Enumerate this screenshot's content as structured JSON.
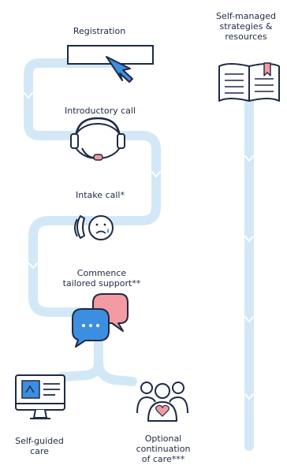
{
  "steps": {
    "registration": "Registration",
    "intro_call": "Introductory call",
    "intake_call": "Intake call*",
    "commence": [
      "Commence",
      "tailored support**"
    ],
    "self_guided": [
      "Self-guided",
      "care"
    ],
    "optional": [
      "Optional",
      "continuation",
      "of care***"
    ],
    "self_managed": [
      "Self-managed",
      "strategies &",
      "resources"
    ]
  },
  "icons": {
    "registration": "cursor-click-icon",
    "intro_call": "headset-icon",
    "intake_call": "phone-call-icon",
    "commence": "chat-bubbles-icon",
    "self_guided": "computer-monitor-icon",
    "optional": "care-team-heart-icon",
    "self_managed": "open-book-icon"
  },
  "colors": {
    "path": "#d3e8f6",
    "path_chevron": "#ffffff",
    "line": "#1f2a44",
    "accent_blue": "#3c8fe0",
    "accent_pink": "#f39aa3",
    "icon_fill": "#ffffff"
  }
}
